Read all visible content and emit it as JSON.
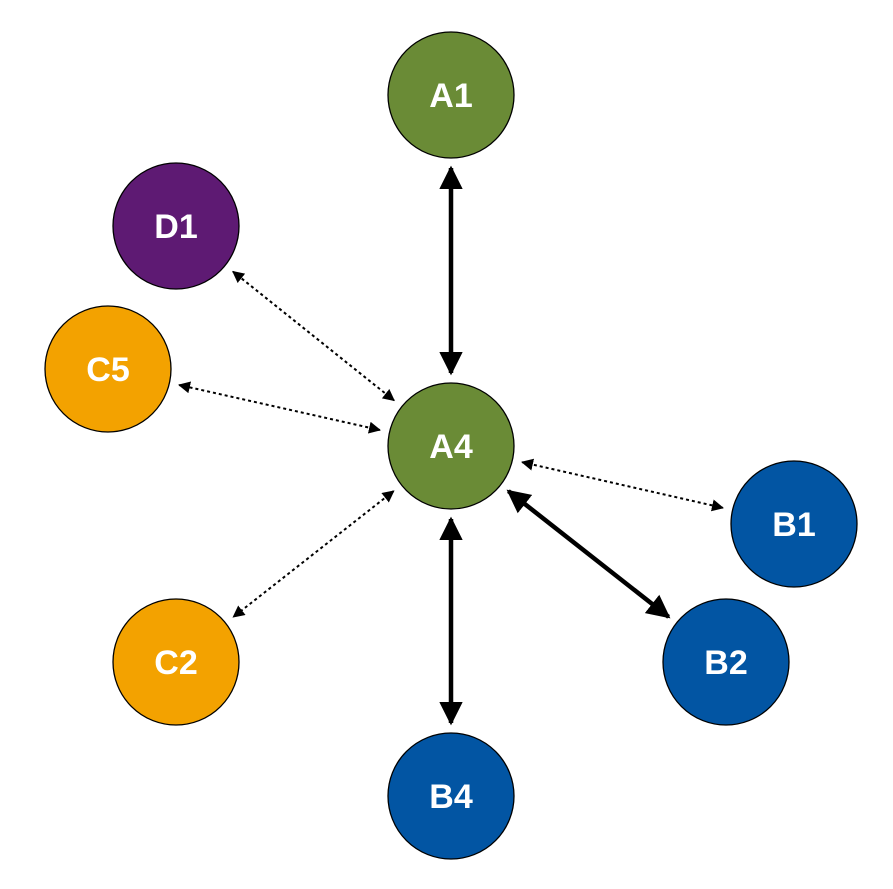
{
  "colors": {
    "green": "#6a8b36",
    "purple": "#5e1a73",
    "orange": "#f3a200",
    "blue": "#0255a3"
  },
  "nodes": [
    {
      "id": "A1",
      "label": "A1",
      "color": "green"
    },
    {
      "id": "D1",
      "label": "D1",
      "color": "purple"
    },
    {
      "id": "C5",
      "label": "C5",
      "color": "orange"
    },
    {
      "id": "A4",
      "label": "A4",
      "color": "green"
    },
    {
      "id": "B1",
      "label": "B1",
      "color": "blue"
    },
    {
      "id": "C2",
      "label": "C2",
      "color": "orange"
    },
    {
      "id": "B2",
      "label": "B2",
      "color": "blue"
    },
    {
      "id": "B4",
      "label": "B4",
      "color": "blue"
    }
  ],
  "edges": [
    {
      "from": "A4",
      "to": "A1",
      "style": "strong",
      "direction": "both"
    },
    {
      "from": "A4",
      "to": "B4",
      "style": "strong",
      "direction": "both"
    },
    {
      "from": "A4",
      "to": "B2",
      "style": "strong",
      "direction": "both"
    },
    {
      "from": "A4",
      "to": "D1",
      "style": "weak",
      "direction": "both"
    },
    {
      "from": "A4",
      "to": "C5",
      "style": "weak",
      "direction": "both"
    },
    {
      "from": "A4",
      "to": "C2",
      "style": "weak",
      "direction": "both"
    },
    {
      "from": "A4",
      "to": "B1",
      "style": "weak",
      "direction": "both"
    }
  ]
}
